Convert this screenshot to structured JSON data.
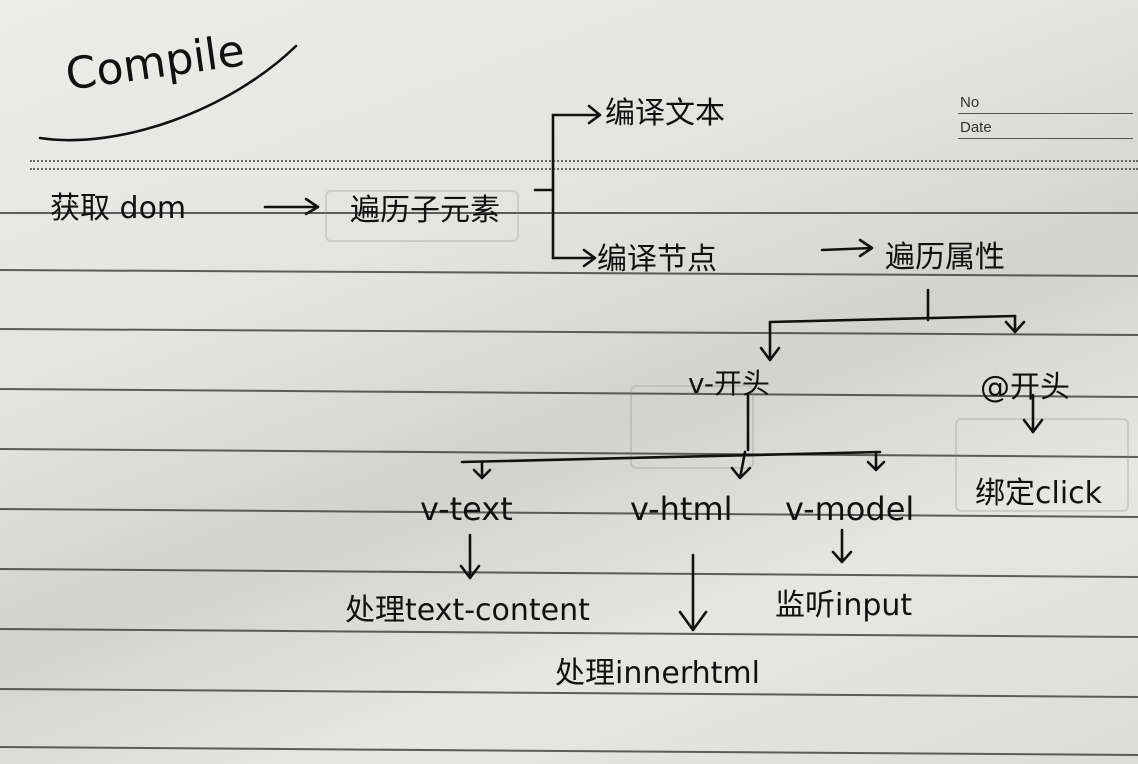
{
  "header": {
    "no_label": "No",
    "date_label": "Date"
  },
  "title": "Compile",
  "nodes": {
    "get_dom": "获取 dom",
    "traverse_children": "遍历子元素",
    "compile_text": "编译文本",
    "compile_element": "编译节点",
    "traverse_attrs": "遍历属性",
    "v_prefix": "v-开头",
    "at_prefix": "@开头",
    "bind_click": "绑定click",
    "v_text": "v-text",
    "v_html": "v-html",
    "v_model": "v-model",
    "handle_text_content": "处理text-content",
    "handle_inner_html": "处理innerhtml",
    "listen_input": "监听input"
  },
  "colors": {
    "ink": "#111111",
    "paper": "#e6e6e3",
    "rule": "#3a3a3a"
  }
}
